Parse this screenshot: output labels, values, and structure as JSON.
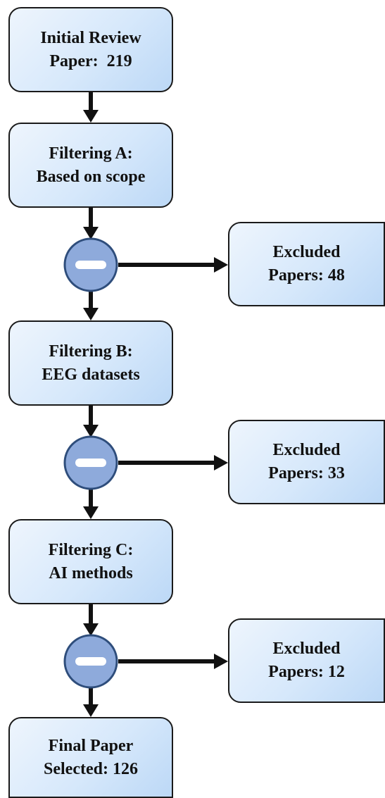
{
  "steps": {
    "initial": {
      "line1": "Initial Review",
      "line2": "Paper:  219"
    },
    "filter_a": {
      "line1": "Filtering A:",
      "line2": "Based on scope"
    },
    "filter_b": {
      "line1": "Filtering B:",
      "line2": "EEG datasets"
    },
    "filter_c": {
      "line1": "Filtering C:",
      "line2": "AI methods"
    },
    "final": {
      "line1": "Final Paper",
      "line2": "Selected: 126"
    }
  },
  "excluded": [
    {
      "line1": "Excluded",
      "line2": "Papers: 48"
    },
    {
      "line1": "Excluded",
      "line2": "Papers: 33"
    },
    {
      "line1": "Excluded",
      "line2": "Papers: 12"
    }
  ],
  "icons": {
    "connector": "arrow-icon",
    "exclusion_node": "minus-circle-icon"
  },
  "colors": {
    "box_fill_light": "#eef5fd",
    "box_fill_dark": "#bcd8f6",
    "node_fill": "#8eaadb",
    "node_stroke": "#2e4d7b",
    "line": "#111111"
  }
}
